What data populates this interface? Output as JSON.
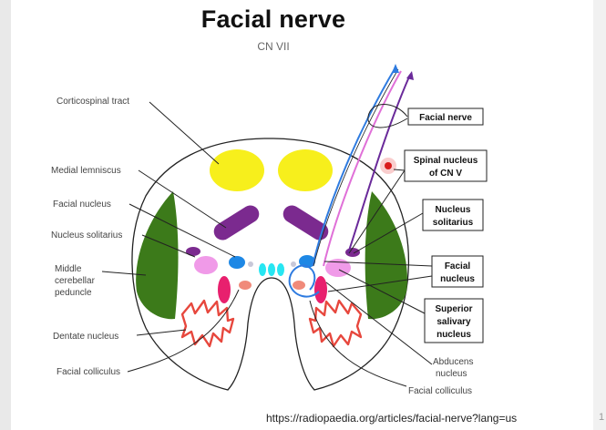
{
  "title": "Facial nerve",
  "subtitle": "CN VII",
  "source_url": "https://radiopaedia.org/articles/facial-nerve?lang=us",
  "page_mark": "1",
  "left_labels": {
    "corticospinal": "Corticospinal tract",
    "medial_lemniscus": "Medial lemniscus",
    "facial_nucleus": "Facial nucleus",
    "nucleus_solitarius": "Nucleus solitarius",
    "mcp_line1": "Middle",
    "mcp_line2": "cerebellar",
    "mcp_line3": "peduncle",
    "dentate": "Dentate nucleus",
    "facial_colliculus": "Facial colliculus"
  },
  "right_boxes": {
    "facial_nerve": "Facial nerve",
    "spinal_line1": "Spinal nucleus",
    "spinal_line2": "of CN V",
    "solitarius_line1": "Nucleus",
    "solitarius_line2": "solitarius",
    "facial_nucleus_line1": "Facial",
    "facial_nucleus_line2": "nucleus",
    "salivary_line1": "Superior",
    "salivary_line2": "salivary",
    "salivary_line3": "nucleus"
  },
  "bottom_labels": {
    "abducens_line1": "Abducens",
    "abducens_line2": "nucleus",
    "facial_colliculus": "Facial colliculus"
  },
  "colors": {
    "corticospinal": "#f7ef1c",
    "medial_lemniscus": "#7b2a8f",
    "cerebellar_peduncle": "#3c7a1a",
    "dentate": "#e7473d",
    "facial_nucleus": "#e8206e",
    "nucleus_solitarius": "#7b2a8f",
    "salivary": "#f09ae8",
    "abducens": "#1e88e5",
    "raphe": "#27e6f2",
    "spinal_nucleus": "#d91c1c",
    "nerve_blue": "#2e7be0",
    "nerve_pink": "#e070d8",
    "nerve_purple": "#6a2a9a"
  }
}
